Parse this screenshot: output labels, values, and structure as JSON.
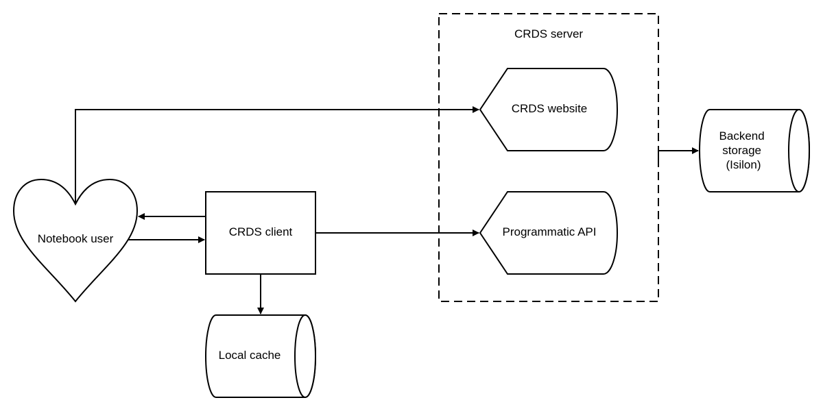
{
  "server": {
    "label": "CRDS server"
  },
  "nodes": {
    "notebook_user": {
      "label": "Notebook user"
    },
    "crds_client": {
      "label": "CRDS client"
    },
    "local_cache": {
      "label": "Local cache"
    },
    "crds_website": {
      "label": "CRDS website"
    },
    "programmatic_api": {
      "label": "Programmatic API"
    },
    "backend_storage": {
      "lines": [
        "Backend",
        "storage",
        "(Isilon)"
      ]
    }
  }
}
